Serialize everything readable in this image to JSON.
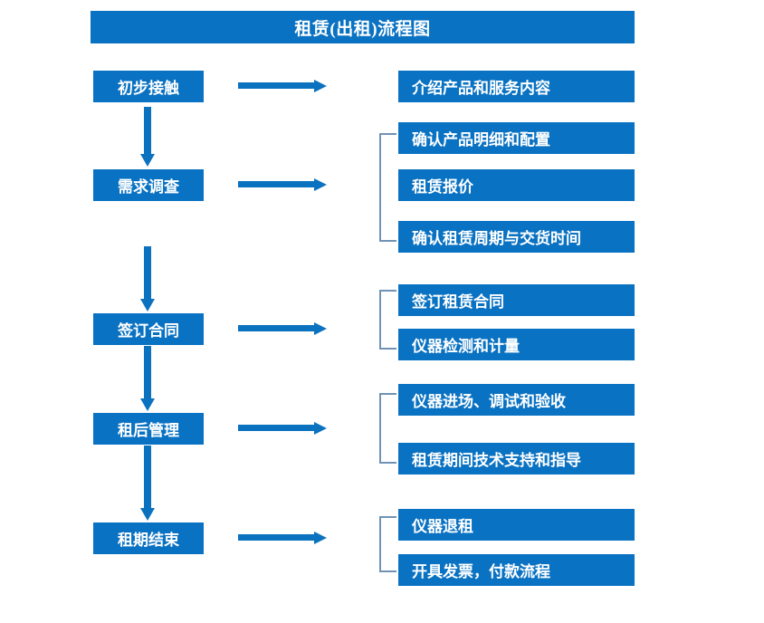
{
  "title": "租赁(出租)流程图",
  "colors": {
    "box_fill": "#0a72c2",
    "box_text": "#ffffff",
    "arrow": "#0b72bf",
    "bracket": "#6f93b4",
    "background": "#ffffff"
  },
  "chart_data": {
    "type": "diagram",
    "title": "租赁(出租)流程图",
    "stages": [
      {
        "stage_label": "初步接触",
        "details": [
          "介绍产品和服务内容"
        ],
        "has_bracket": false
      },
      {
        "stage_label": "需求调查",
        "details": [
          "确认产品明细和配置",
          "租赁报价",
          "确认租赁周期与交货时间"
        ],
        "has_bracket": true
      },
      {
        "stage_label": "签订合同",
        "details": [
          "签订租赁合同",
          "仪器检测和计量"
        ],
        "has_bracket": true
      },
      {
        "stage_label": "租后管理",
        "details": [
          "仪器进场、调试和验收",
          "租赁期间技术支持和指导"
        ],
        "has_bracket": true
      },
      {
        "stage_label": "租期结束",
        "details": [
          "仪器退租",
          "开具发票，付款流程"
        ],
        "has_bracket": true
      }
    ]
  },
  "left_column": {
    "step1": "初步接触",
    "step2": "需求调查",
    "step3": "签订合同",
    "step4": "租后管理",
    "step5": "租期结束"
  },
  "right_column": {
    "item1": "介绍产品和服务内容",
    "item2": "确认产品明细和配置",
    "item3": "租赁报价",
    "item4": "确认租赁周期与交货时间",
    "item5": "签订租赁合同",
    "item6": "仪器检测和计量",
    "item7": "仪器进场、调试和验收",
    "item8": "租赁期间技术支持和指导",
    "item9": "仪器退租",
    "item10": "开具发票，付款流程"
  }
}
